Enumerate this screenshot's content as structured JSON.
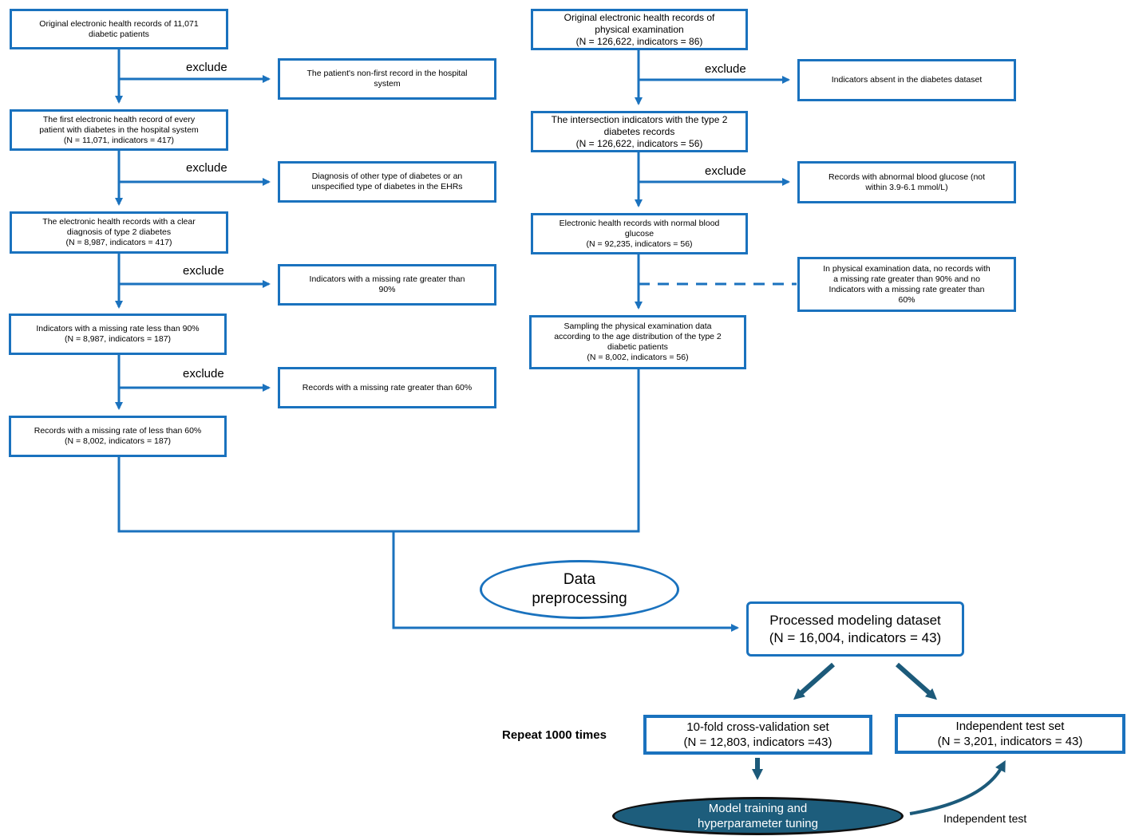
{
  "left": {
    "boxes": [
      [
        "Original electronic health records of 11,071",
        "diabetic patients"
      ],
      [
        "The first electronic health record of every",
        "patient with diabetes in the hospital system",
        "(N = 11,071, indicators = 417)"
      ],
      [
        "The electronic health records with a clear",
        "diagnosis of type 2 diabetes",
        "(N = 8,987, indicators = 417)"
      ],
      [
        "Indicators with a missing rate less than 90%",
        "(N = 8,987, indicators = 187)"
      ],
      [
        "Records with a missing rate of less than 60%",
        "(N = 8,002, indicators = 187)"
      ]
    ],
    "exclusions": [
      [
        "The patient's non-first record in the hospital",
        "system"
      ],
      [
        "Diagnosis of other type of diabetes or an",
        "unspecified type of diabetes in the EHRs"
      ],
      [
        "Indicators with a missing rate greater than",
        "90%"
      ],
      [
        "Records with a missing rate greater than 60%"
      ]
    ]
  },
  "right": {
    "boxes": [
      [
        "Original electronic health records of",
        "physical examination",
        "(N = 126,622, indicators = 86)"
      ],
      [
        "The intersection indicators with the type 2",
        "diabetes records",
        "(N = 126,622, indicators = 56)"
      ],
      [
        "Electronic health records with normal blood",
        "glucose",
        "(N = 92,235, indicators = 56)"
      ],
      [
        "Sampling the physical examination data",
        "according to the age distribution of the type 2",
        "diabetic patients",
        "(N = 8,002, indicators = 56)"
      ]
    ],
    "exclusions": [
      [
        "Indicators absent in the diabetes dataset"
      ],
      [
        "Records with abnormal blood glucose (not",
        "within 3.9-6.1 mmol/L)"
      ]
    ],
    "note": [
      "In physical examination data, no records with",
      "a missing rate greater than 90% and no",
      "Indicators with a missing rate greater than",
      "60%"
    ]
  },
  "exclude_label": "exclude",
  "preprocessing": [
    "Data",
    "preprocessing"
  ],
  "processed": [
    "Processed modeling dataset",
    "(N = 16,004, indicators = 43)"
  ],
  "cv": [
    "10-fold cross-validation set",
    "(N = 12,803, indicators =43)"
  ],
  "test": [
    "Independent test set",
    "(N = 3,201, indicators = 43)"
  ],
  "repeat_label": "Repeat 1000 times",
  "model": [
    "Model training and",
    "hyperparameter tuning"
  ],
  "independent_test_label": "Independent test",
  "colors": {
    "line": "#1a72be",
    "dark": "#1c5a7a",
    "model_fill": "#1d5d7c"
  }
}
